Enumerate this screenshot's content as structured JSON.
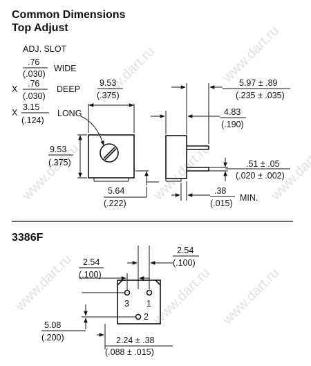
{
  "watermark": "www.dart.ru",
  "top": {
    "title_line1": "Common Dimensions",
    "title_line2": "Top Adjust",
    "adj_slot": "ADJ. SLOT",
    "slot_width_in": ".76",
    "slot_width_mm": "(.030)",
    "wide": "WIDE",
    "x1": "X",
    "slot_depth_in": ".76",
    "slot_depth_mm": "(.030)",
    "deep": "DEEP",
    "x2": "X",
    "slot_len_in": "3.15",
    "slot_len_mm": "(.124)",
    "long": "LONG",
    "width_in": "9.53",
    "width_mm": "(.375)",
    "height_in": "9.53",
    "height_mm": "(.375)",
    "pin_off_in": "5.64",
    "pin_off_mm": "(.222)",
    "pin_len_in": "5.97 ± .89",
    "pin_len_mm": "(.235 ± .035)",
    "depth_in": "4.83",
    "depth_mm": "(.190)",
    "pin_dia_in": ".51 ± .05",
    "pin_dia_mm": "(.020 ± .002)",
    "standoff_in": ".38",
    "standoff_mm": "(.015)",
    "min": "MIN."
  },
  "bottom": {
    "title": "3386F",
    "pitch_left_in": "2.54",
    "pitch_left_mm": "(.100)",
    "pitch_right_in": "2.54",
    "pitch_right_mm": "(.100)",
    "height_in": "5.08",
    "height_mm": "(.200)",
    "pin2_off_in": "2.24 ± .38",
    "pin2_off_mm": "(.088 ± .015)",
    "pin1": "1",
    "pin2": "2",
    "pin3": "3"
  }
}
